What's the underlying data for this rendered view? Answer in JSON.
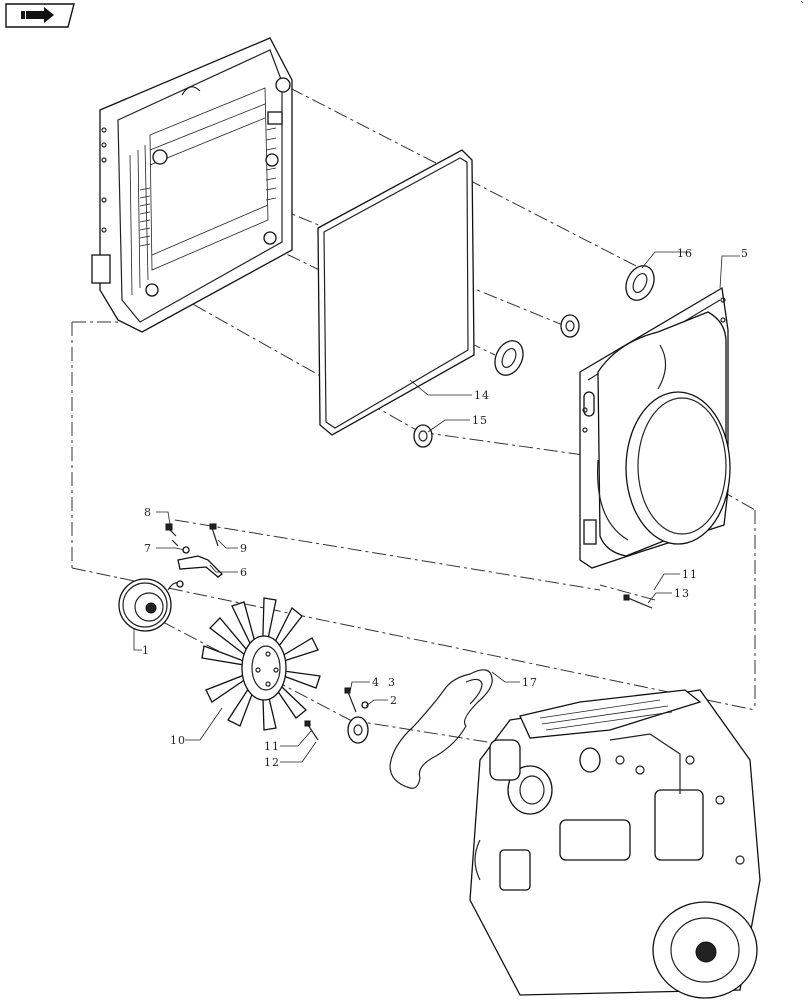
{
  "nav": {
    "icon": "next-page-arrow-icon"
  },
  "callouts": [
    "1",
    "2",
    "3",
    "4",
    "5",
    "6",
    "7",
    "8",
    "9",
    "10",
    "11",
    "11",
    "12",
    "13",
    "14",
    "15",
    "16",
    "17"
  ]
}
